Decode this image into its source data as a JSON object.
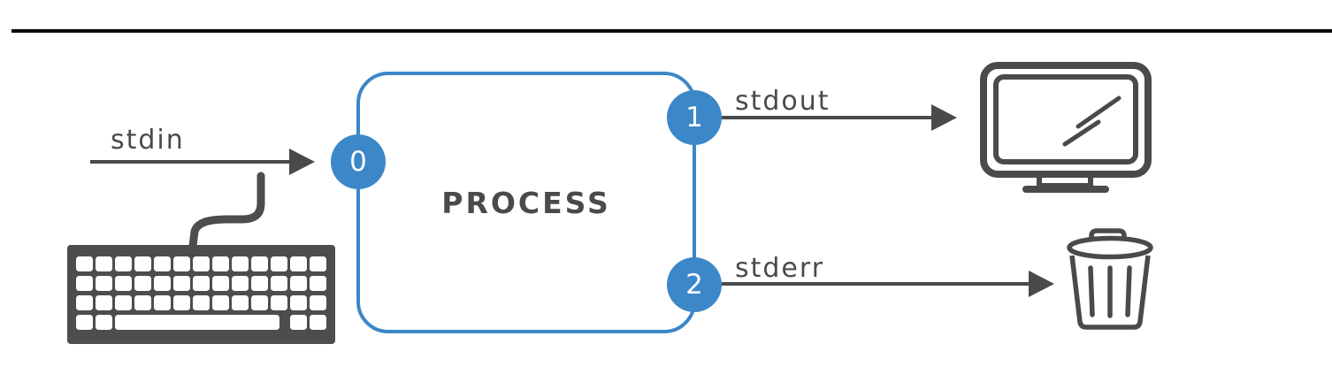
{
  "colors": {
    "accent_blue": "#3b87c8",
    "ink": "#4a4a4a",
    "keyboard_gray": "#4d4d4d",
    "rule_black": "#0a0a0a",
    "bg": "#ffffff"
  },
  "process_box": {
    "label": "PROCESS"
  },
  "streams": [
    {
      "fd": "0",
      "label": "stdin",
      "endpoint_icon": "keyboard-icon"
    },
    {
      "fd": "1",
      "label": "stdout",
      "endpoint_icon": "monitor-icon"
    },
    {
      "fd": "2",
      "label": "stderr",
      "endpoint_icon": "trash-can-icon"
    }
  ]
}
